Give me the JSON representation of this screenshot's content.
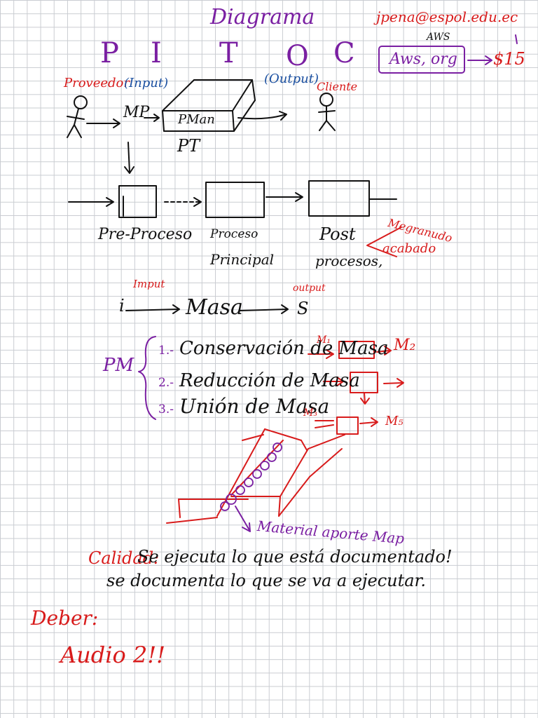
{
  "header": {
    "title": "Diagrama",
    "pitoc_letters": [
      "P",
      "I",
      "T",
      "O",
      "C"
    ],
    "email": "jpena@espol.edu.ec",
    "aws_small": "AWS",
    "aws_box": "Aws, org",
    "price": "$15"
  },
  "pitoc_diagram": {
    "proveedor": "Proveedor",
    "input": "(Input)",
    "output": "(Output)",
    "cliente": "Cliente",
    "mp": "MP",
    "box": "PMan",
    "pt": "PT"
  },
  "stages": {
    "pre": "Pre-Proceso",
    "proceso_l1": "Proceso",
    "proceso_l2": "Principal",
    "post_l1": "Post",
    "post_l2": "procesos,",
    "megranulado": "Megranudo",
    "acabado": "acabado"
  },
  "masa_flow": {
    "input_label": "Imput",
    "i": "i",
    "masa": "Masa",
    "output_label": "output",
    "s": "S"
  },
  "pm_section": {
    "pm": "PM",
    "items": [
      {
        "num": "1.-",
        "text": "Conservación de Masa",
        "m_in": "M₁",
        "m_out": "M₂"
      },
      {
        "num": "2.-",
        "text": "Reducción de Masa",
        "m_in": "",
        "m_out": ""
      },
      {
        "num": "3.-",
        "text": "Unión de Masa",
        "m_in": "M₃",
        "m_out": "M₅"
      }
    ]
  },
  "sketch": {
    "material_label": "Material aporte Map"
  },
  "calidad": {
    "label": "Calidad:",
    "line1": "Se ejecuta lo que está documentado!",
    "line2": "se documenta lo que se va a ejecutar."
  },
  "deber": {
    "label": "Deber:",
    "item": "Audio 2!!"
  }
}
